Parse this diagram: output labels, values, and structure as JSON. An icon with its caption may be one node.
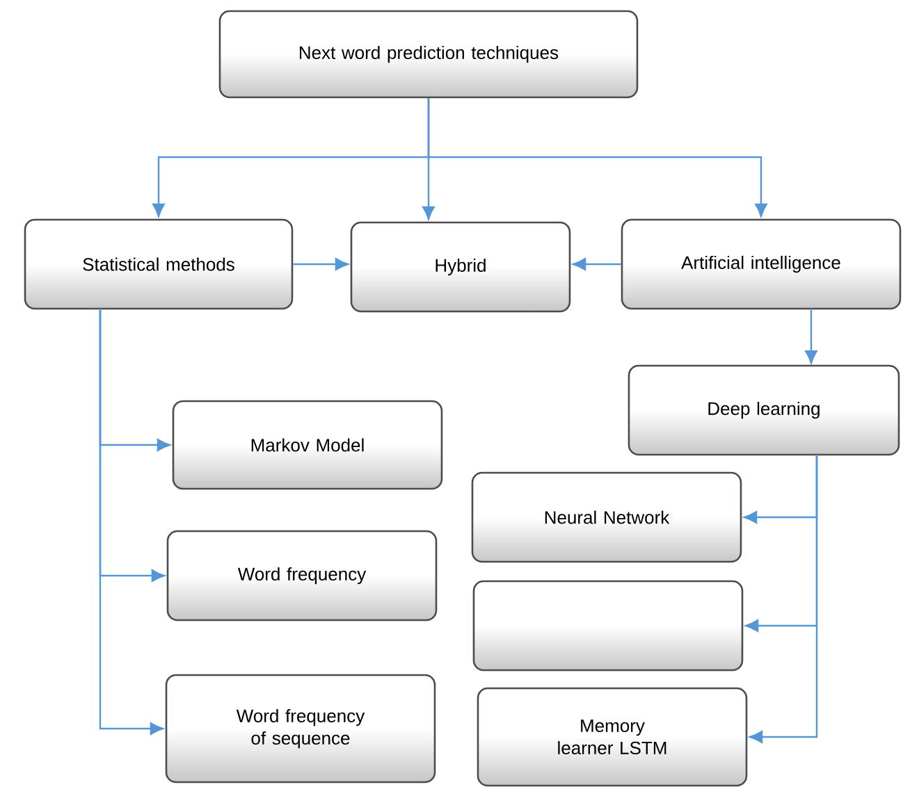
{
  "diagram": {
    "nodes": [
      {
        "text": [
          "Next word prediction techniques"
        ]
      },
      {
        "text": [
          "Statistical methods"
        ]
      },
      {
        "text": [
          "Hybrid"
        ]
      },
      {
        "text": [
          "Artificial intelligence"
        ]
      },
      {
        "text": [
          "Deep learning"
        ]
      },
      {
        "text": [
          "Markov Model"
        ]
      },
      {
        "text": [
          "Word frequency"
        ]
      },
      {
        "text": [
          "Word frequency of sequence"
        ]
      },
      {
        "text": [
          "Neural Network"
        ]
      },
      {
        "text": [],
        "shape": "box"
      },
      {
        "text": [
          "Memory learner LSTM"
        ]
      }
    ],
    "edges": [
      {
        "from": 0,
        "to": 1,
        "arrow": "to"
      },
      {
        "from": 0,
        "to": 2,
        "arrow": "to"
      },
      {
        "from": 0,
        "to": 3,
        "arrow": "to"
      },
      {
        "from": 1,
        "to": 2,
        "arrow": "to"
      },
      {
        "from": 3,
        "to": 2,
        "arrow": "to"
      },
      {
        "from": 3,
        "to": 4,
        "arrow": "to"
      },
      {
        "from": 1,
        "to": 5,
        "arrow": "to"
      },
      {
        "from": 1,
        "to": 6,
        "arrow": "to"
      },
      {
        "from": 1,
        "to": 7,
        "arrow": "to"
      },
      {
        "from": 4,
        "to": 8,
        "arrow": "to"
      },
      {
        "from": 4,
        "to": 9,
        "arrow": "to"
      },
      {
        "from": 4,
        "to": 10,
        "arrow": "to"
      }
    ]
  }
}
